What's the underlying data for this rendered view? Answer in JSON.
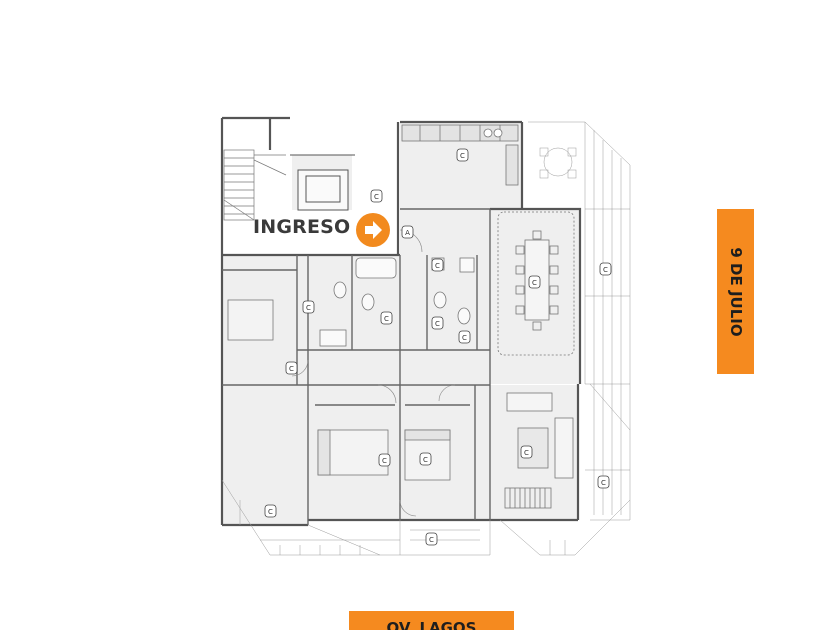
{
  "entry": {
    "label": "INGRESO",
    "icon": "arrow-right-icon"
  },
  "streets": {
    "east": "9 DE JULIO",
    "south": "OV. LAGOS"
  },
  "colors": {
    "accent": "#f58a1f",
    "wall": "#555555",
    "floor": "#efefef"
  },
  "room_tags": [
    {
      "id": "kitchen",
      "text": "C"
    },
    {
      "id": "hall",
      "text": "C"
    },
    {
      "id": "access",
      "text": "A"
    },
    {
      "id": "terrace-east-1",
      "text": "C"
    },
    {
      "id": "dining",
      "text": "C"
    },
    {
      "id": "bath-1",
      "text": "C"
    },
    {
      "id": "bath-2",
      "text": "C"
    },
    {
      "id": "bath-3",
      "text": "C"
    },
    {
      "id": "bath-4",
      "text": "C"
    },
    {
      "id": "bedroom-west",
      "text": "C"
    },
    {
      "id": "bedroom-1",
      "text": "C"
    },
    {
      "id": "bedroom-2",
      "text": "C"
    },
    {
      "id": "living",
      "text": "C"
    },
    {
      "id": "terrace-east-2",
      "text": "C"
    },
    {
      "id": "balcony-west",
      "text": "C"
    },
    {
      "id": "balcony-south",
      "text": "C"
    }
  ]
}
